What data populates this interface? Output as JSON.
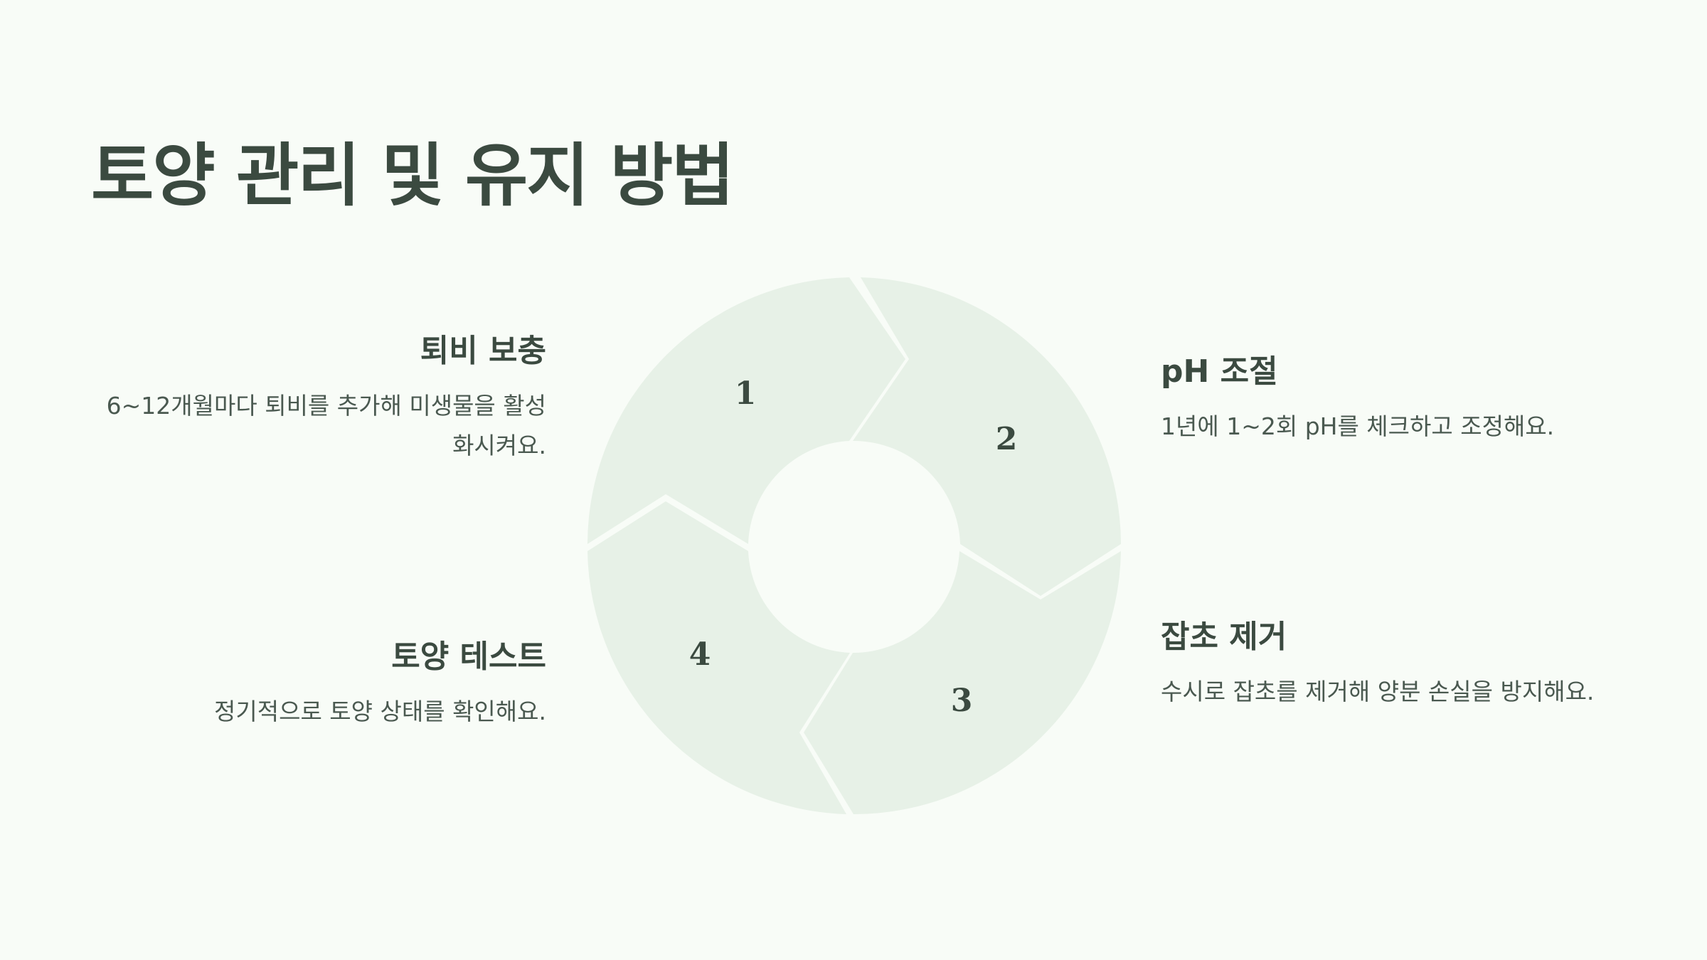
{
  "page": {
    "title": "토양 관리 및 유지 방법"
  },
  "colors": {
    "background": "#f8fcf7",
    "segment": "#e7f1e7",
    "text": "#3b4a40"
  },
  "steps": [
    {
      "number": "1",
      "title": "퇴비 보충",
      "description": "6~12개월마다 퇴비를 추가해 미생물을 활성화시켜요."
    },
    {
      "number": "2",
      "title": "pH 조절",
      "description": "1년에 1~2회 pH를 체크하고 조정해요."
    },
    {
      "number": "3",
      "title": "잡초 제거",
      "description": "수시로 잡초를 제거해 양분 손실을 방지해요."
    },
    {
      "number": "4",
      "title": "토양 테스트",
      "description": "정기적으로 토양 상태를 확인해요."
    }
  ]
}
